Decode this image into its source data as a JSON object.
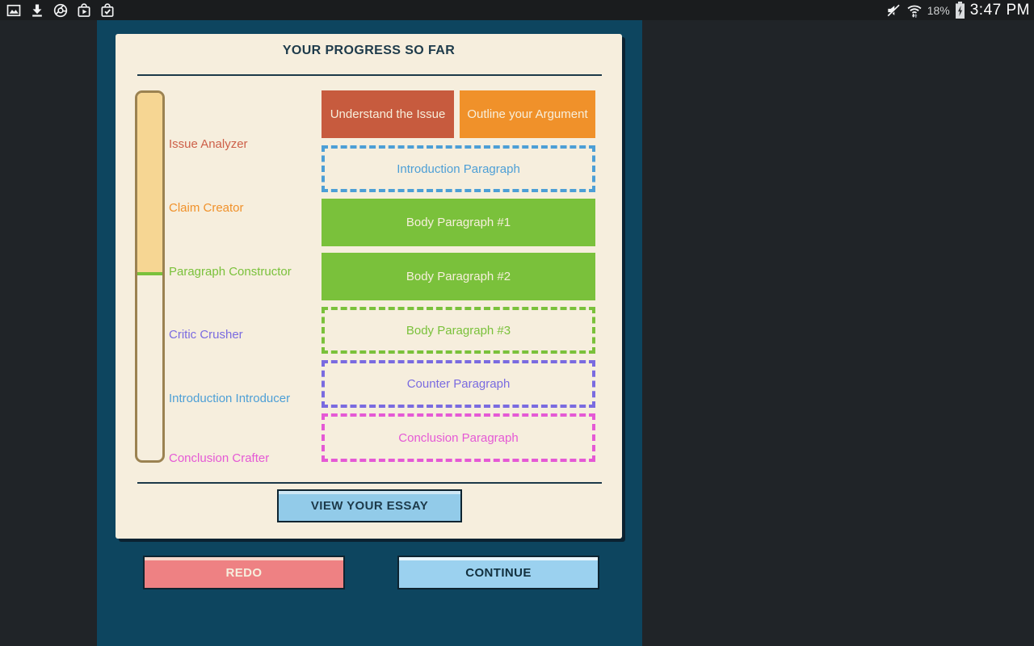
{
  "status_bar": {
    "time": "3:47 PM",
    "battery_percent": "18%",
    "left_icons": [
      "screenshot-icon",
      "download-icon",
      "chrome-icon",
      "play-store-icon",
      "shop-check-icon"
    ],
    "right_icons": [
      "mute-icon",
      "wifi-icon",
      "battery-charging-icon"
    ]
  },
  "colors": {
    "background": "#202428",
    "panel": "#0d455f",
    "card": "#f6eedd",
    "card_shadow": "#0b2231",
    "heading_text": "#1d3a4a",
    "thermometer_border": "#9b8251",
    "thermometer_fill": "#f6d693",
    "thermometer_marker": "#7ac13b",
    "view_button": "#92cbe9",
    "redo_button": "#ee8183",
    "continue_button": "#9bd1ef"
  },
  "progress_card": {
    "title": "YOUR PROGRESS SO FAR",
    "milestones": [
      {
        "label": "Issue Analyzer",
        "color": "#cd5f48"
      },
      {
        "label": "Claim Creator",
        "color": "#f0912a"
      },
      {
        "label": "Paragraph Constructor",
        "color": "#7ac13b"
      },
      {
        "label": "Critic Crusher",
        "color": "#7a6be0"
      },
      {
        "label": "Introduction Introducer",
        "color": "#4d9fd6"
      },
      {
        "label": "Conclusion Crafter",
        "color": "#e559d5"
      }
    ],
    "steps": [
      {
        "label": "Understand the Issue",
        "state": "complete",
        "color": "#c75b3e"
      },
      {
        "label": "Outline your Argument",
        "state": "complete",
        "color": "#f0912a"
      },
      {
        "label": "Introduction Paragraph",
        "state": "incomplete",
        "color": "#4d9fd6"
      },
      {
        "label": "Body Paragraph #1",
        "state": "complete",
        "color": "#7ac13b"
      },
      {
        "label": "Body Paragraph #2",
        "state": "complete",
        "color": "#7ac13b"
      },
      {
        "label": "Body Paragraph #3",
        "state": "incomplete",
        "color": "#7ac13b"
      },
      {
        "label": "Counter Paragraph",
        "state": "incomplete",
        "color": "#7a6be0"
      },
      {
        "label": "Conclusion Paragraph",
        "state": "incomplete",
        "color": "#e559d5"
      }
    ],
    "view_essay_button": "VIEW YOUR ESSAY"
  },
  "footer": {
    "redo_button": "REDO",
    "continue_button": "CONTINUE"
  }
}
